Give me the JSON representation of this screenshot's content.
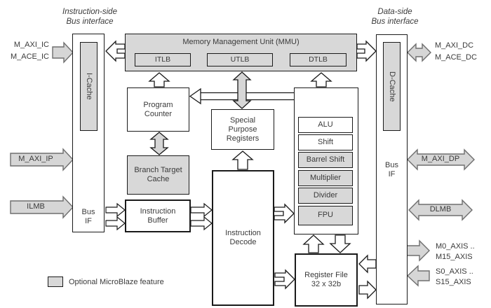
{
  "colors": {
    "gray_fill": "#d8d8d8",
    "arrow_gray_fill": "#d6d6d6",
    "line": "#1a1a1a",
    "arrow_gray_stroke": "#6e6e6e",
    "text": "#3a3a3a"
  },
  "headers": {
    "instruction_side": {
      "line1": "Instruction-side",
      "line2": "Bus interface"
    },
    "data_side": {
      "line1": "Data-side",
      "line2": "Bus interface"
    }
  },
  "left_ports": {
    "m_axi_ic": "M_AXI_IC",
    "m_ace_ic": "M_ACE_IC",
    "m_axi_ip": "M_AXI_IP",
    "ilmb": "ILMB"
  },
  "right_ports": {
    "m_axi_dc": "M_AXI_DC",
    "m_ace_dc": "M_ACE_DC",
    "m_axi_dp": "M_AXI_DP",
    "dlmb": "DLMB",
    "m_axis_line1": "M0_AXIS ..",
    "m_axis_line2": "M15_AXIS",
    "s_axis_line1": "S0_AXIS ..",
    "s_axis_line2": "S15_AXIS"
  },
  "blocks": {
    "icache": "I-Cache",
    "dcache": "D-Cache",
    "bus_if_left": {
      "line1": "Bus",
      "line2": "IF"
    },
    "bus_if_right": {
      "line1": "Bus",
      "line2": "IF"
    },
    "mmu": "Memory Management Unit (MMU)",
    "itlb": "ITLB",
    "utlb": "UTLB",
    "dtlb": "DTLB",
    "program_counter": {
      "line1": "Program",
      "line2": "Counter"
    },
    "branch_target_cache": {
      "line1": "Branch Target",
      "line2": "Cache"
    },
    "instruction_buffer": {
      "line1": "Instruction",
      "line2": "Buffer"
    },
    "special_purpose_registers": {
      "line1": "Special",
      "line2": "Purpose",
      "line3": "Registers"
    },
    "instruction_decode": {
      "line1": "Instruction",
      "line2": "Decode"
    },
    "register_file": {
      "line1": "Register File",
      "line2": "32 x 32b"
    },
    "exec_units": [
      "ALU",
      "Shift",
      "Barrel Shift",
      "Multiplier",
      "Divider",
      "FPU"
    ]
  },
  "legend": {
    "label": "Optional MicroBlaze feature"
  }
}
